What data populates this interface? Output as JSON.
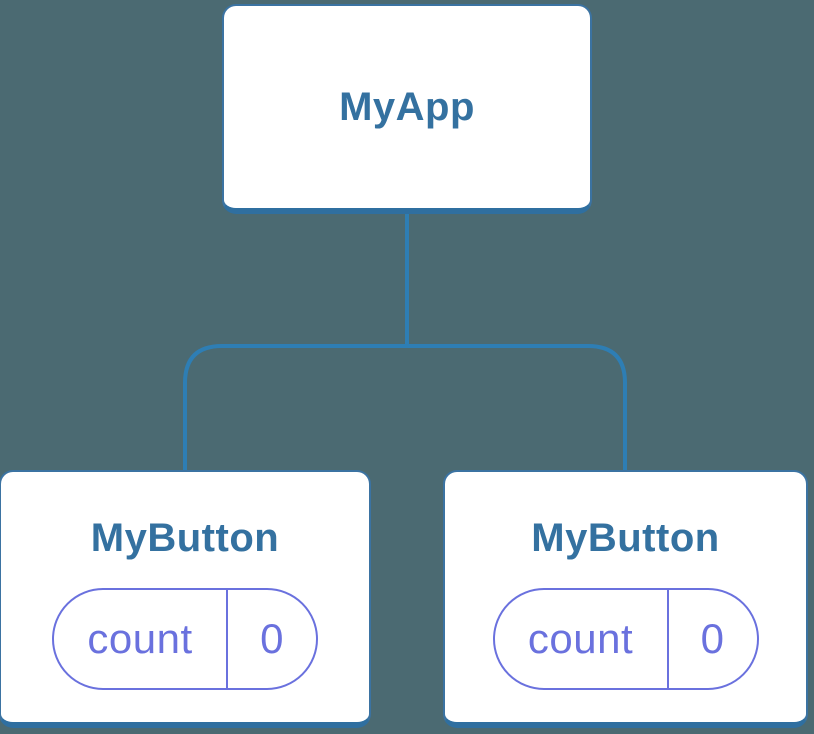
{
  "colors": {
    "background": "#4B6A72",
    "card_fill": "#FFFFFF",
    "card_border": "#2F6FA0",
    "card_side_border": "#3B73A2",
    "connector": "#2E7EB4",
    "component_name": "#3471A0",
    "state_accent": "#6A71DE"
  },
  "tree": {
    "root": {
      "title": "MyApp"
    },
    "children": [
      {
        "title": "MyButton",
        "state": {
          "key": "count",
          "value": "0"
        }
      },
      {
        "title": "MyButton",
        "state": {
          "key": "count",
          "value": "0"
        }
      }
    ]
  }
}
